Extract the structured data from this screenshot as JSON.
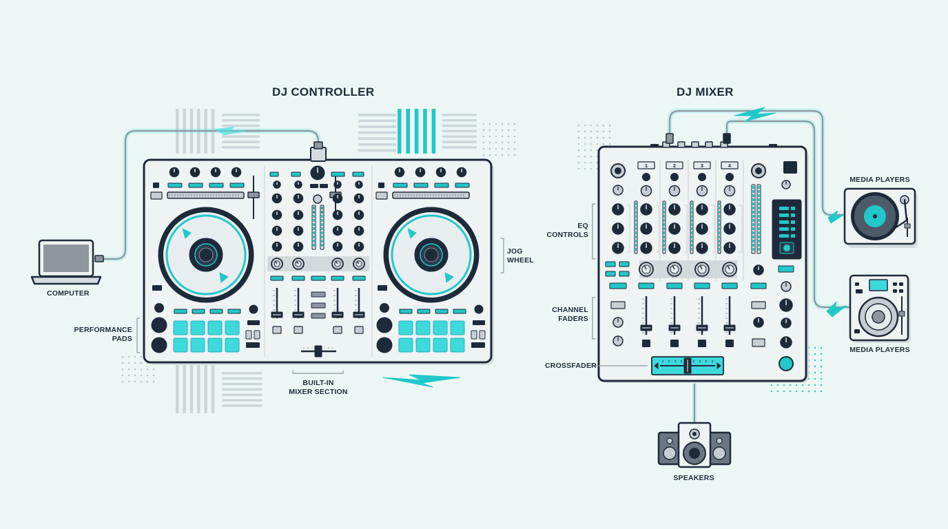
{
  "titles": {
    "controller": "DJ CONTROLLER",
    "mixer": "DJ MIXER"
  },
  "labels": {
    "computer": "COMPUTER",
    "jog_wheel": [
      "JOG",
      "WHEEL"
    ],
    "performance_pads": [
      "PERFORMANCE",
      "PADS"
    ],
    "built_in_mixer": [
      "BUILT-IN",
      "MIXER SECTION"
    ],
    "eq_controls": [
      "EQ",
      "CONTROLS"
    ],
    "channel_faders": [
      "CHANNEL",
      "FADERS"
    ],
    "crossfader": "CROSSFADER",
    "speakers": "SPEAKERS",
    "media_players_top": "MEDIA PLAYERS",
    "media_players_bottom": "MEDIA PLAYERS"
  },
  "mixer_channels": [
    "1",
    "2",
    "3",
    "4"
  ],
  "colors": {
    "background": "#ecf7f5",
    "ink": "#1d2a3a",
    "accent": "#22c7c9",
    "glow": "#4fe0e2",
    "panel": "#eef3f3",
    "gray": "#8d969e",
    "light_gray": "#cfd5d9"
  }
}
